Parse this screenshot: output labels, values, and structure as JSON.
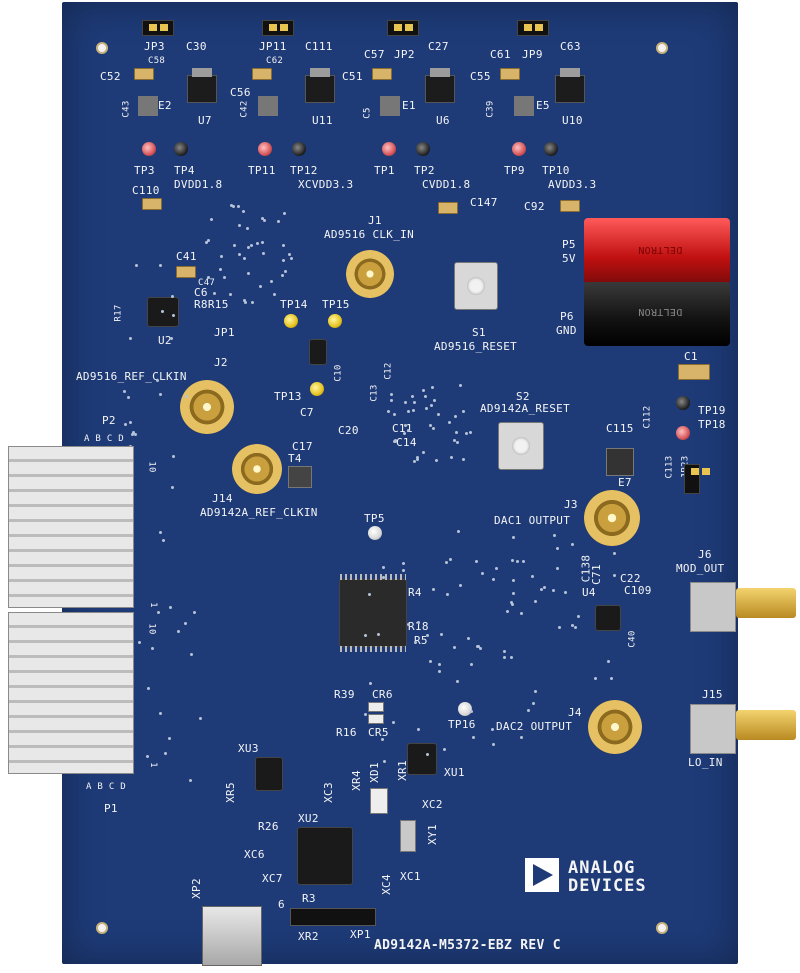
{
  "board": {
    "title": "AD9142A-M5372-EBZ REV C",
    "logo_line1": "ANALOG",
    "logo_line2": "DEVICES",
    "pcb_color": "#1e3b78"
  },
  "labels": {
    "jp3": "JP3",
    "jp11": "JP11",
    "jp2": "JP2",
    "jp9": "JP9",
    "c30": "C30",
    "c111": "C111",
    "c57": "C57",
    "c27": "C27",
    "c61": "C61",
    "c63": "C63",
    "c52": "C52",
    "c58": "C58",
    "c56": "C56",
    "c62": "C62",
    "c51": "C51",
    "c55": "C55",
    "e2": "E2",
    "e1": "E1",
    "e5": "E5",
    "u7": "U7",
    "u11": "U11",
    "u6": "U6",
    "u10": "U10",
    "c43": "C43",
    "c42": "C42",
    "c5": "C5",
    "c39": "C39",
    "tp3": "TP3",
    "tp4": "TP4",
    "tp11": "TP11",
    "tp12": "TP12",
    "tp1": "TP1",
    "tp2": "TP2",
    "tp9": "TP9",
    "tp10": "TP10",
    "dvdd": "DVDD1.8",
    "xcvdd": "XCVDD3.3",
    "cvdd": "CVDD1.8",
    "avdd": "AVDD3.3",
    "c110": "C110",
    "c147": "C147",
    "c92": "C92",
    "j1": "J1",
    "j1_name": "AD9516 CLK_IN",
    "p5": "P5",
    "p5v": "5V",
    "p6": "P6",
    "gnd": "GND",
    "deltron": "DELTRON",
    "c41": "C41",
    "c47": "C47",
    "c6": "C6",
    "r17": "R17",
    "r8r15": "R8R15",
    "u2": "U2",
    "jp1": "JP1",
    "tp14": "TP14",
    "tp15": "TP15",
    "s1": "S1",
    "s1_name": "AD9516_RESET",
    "ref_clkin": "AD9516_REF_CLKIN",
    "j2": "J2",
    "tp13": "TP13",
    "s2": "S2",
    "s2_name": "AD9142A_RESET",
    "c1": "C1",
    "tp19": "TP19",
    "tp18": "TP18",
    "p2": "P2",
    "p1": "P1",
    "c7": "C7",
    "c20": "C20",
    "c17": "C17",
    "c11": "C11",
    "c14": "C14",
    "c13": "C13",
    "c12": "C12",
    "c10": "C10",
    "t4": "T4",
    "j14": "J14",
    "j14_name": "AD9142A_REF_CLKIN",
    "c115": "C115",
    "c112": "C112",
    "e7": "E7",
    "c113": "C113",
    "jp23": "JP23",
    "j3": "J3",
    "dac1": "DAC1 OUTPUT",
    "tp5": "TP5",
    "j6": "J6",
    "mod_out": "MOD_OUT",
    "c138": "C138",
    "c71": "C71",
    "c22": "C22",
    "c109": "C109",
    "u4": "U4",
    "r4": "R4",
    "r18": "R18",
    "r5": "R5",
    "c40": "C40",
    "r39": "R39",
    "cr6": "CR6",
    "r16": "R16",
    "cr5": "CR5",
    "tp16": "TP16",
    "j4": "J4",
    "dac2": "DAC2 OUTPUT",
    "j15": "J15",
    "lo_in": "LO_IN",
    "xu3": "XU3",
    "xu1": "XU1",
    "xr5": "XR5",
    "xr4": "XR4",
    "xd1": "XD1",
    "xr1": "XR1",
    "xc3": "XC3",
    "r26": "R26",
    "xu2": "XU2",
    "xc2": "XC2",
    "xc6": "XC6",
    "xc7": "XC7",
    "xy1": "XY1",
    "xc1": "XC1",
    "xc4": "XC4",
    "xp2": "XP2",
    "r3": "R3",
    "xr2": "XR2",
    "xp1": "XP1",
    "six": "6",
    "ten_top": "10",
    "one_top": "1",
    "ten_bot": "10",
    "one_bot": "1",
    "row_top": "A B C D",
    "row_bot": "A B C D"
  }
}
